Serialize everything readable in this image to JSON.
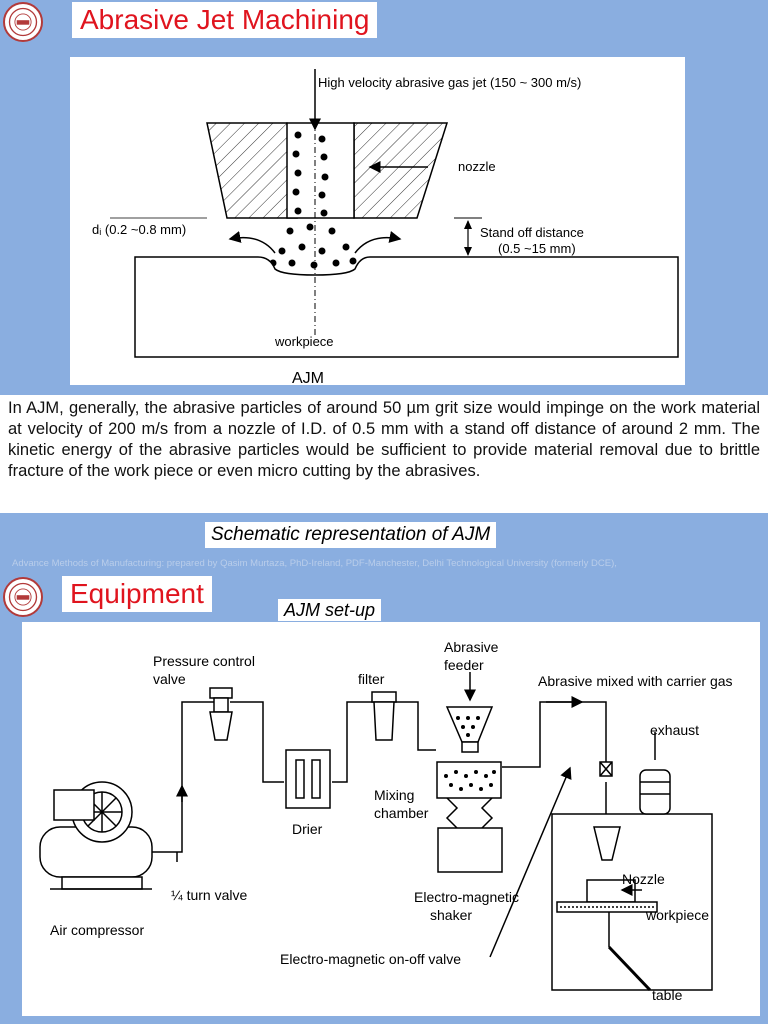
{
  "slide1": {
    "title": "Abrasive Jet Machining",
    "diagram": {
      "jet_label": "High velocity abrasive gas jet (150 ~ 300 m/s)",
      "nozzle_label": "nozzle",
      "di_label": "dᵢ (0.2 ~0.8 mm)",
      "standoff_label_1": "Stand off distance",
      "standoff_label_2": "(0.5 ~15 mm)",
      "workpiece_label": "workpiece",
      "caption": "AJM"
    },
    "paragraph": "In AJM, generally, the abrasive particles of around 50 µm grit size would impinge on the work material at velocity of 200 m/s from a nozzle of I.D. of 0.5 mm with a stand off distance of around 2 mm. The kinetic energy of the abrasive particles would be sufficient to provide material removal due to brittle fracture of the work piece or even micro cutting by the abrasives.",
    "schematic_caption": "Schematic representation of AJM",
    "footer": "Advance Methods of Manufacturing: prepared by Qasim Murtaza, PhD-Ireland, PDF-Manchester, Delhi Technological University (formerly DCE),"
  },
  "slide2": {
    "title": "Equipment",
    "setup_caption": "AJM set-up",
    "labels": {
      "pressure_1": "Pressure control",
      "pressure_2": "valve",
      "filter": "filter",
      "abrasive_1": "Abrasive",
      "abrasive_2": "feeder",
      "mixed": "Abrasive mixed with carrier gas",
      "exhaust": "exhaust",
      "mixing_1": "Mixing",
      "mixing_2": "chamber",
      "drier": "Drier",
      "quarter_valve": "¼ turn valve",
      "air_compressor": "Air compressor",
      "shaker_1": "Electro-magnetic",
      "shaker_2": "shaker",
      "nozzle": "Nozzle",
      "workpiece": "workpiece",
      "onoff_valve": "Electro-magnetic on-off valve",
      "table": "table"
    }
  },
  "colors": {
    "background": "#8aaee0",
    "title_red": "#e0141e",
    "logo_red": "#b23a3a"
  }
}
